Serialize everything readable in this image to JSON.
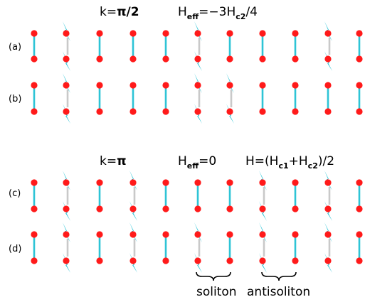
{
  "top_header": {
    "k_prefix": "k=",
    "k_value": "π/2",
    "h_main": "H",
    "h_sub": "eff",
    "h_rest": "=−3H",
    "h_sub2": "c2",
    "h_tail": "/4"
  },
  "mid_header": {
    "k_prefix": "k=",
    "k_value": "π",
    "heff_main": "H",
    "heff_sub": "eff",
    "heff_rest": "=0",
    "h_prefix": "H=(H",
    "h_sub1": "c1",
    "h_mid": "+H",
    "h_sub2": "c2",
    "h_tail": ")/2"
  },
  "panels": [
    {
      "label": "(a)",
      "dimer_pattern": [
        "d",
        "s",
        "d",
        "d",
        "d",
        "s",
        "d",
        "d",
        "d",
        "s",
        "d"
      ]
    },
    {
      "label": "(b)",
      "dimer_pattern": [
        "d",
        "s",
        "d",
        "d",
        "d",
        "s",
        "s",
        "d",
        "d",
        "d",
        "d"
      ]
    },
    {
      "label": "(c)",
      "dimer_pattern": [
        "d",
        "s",
        "d",
        "s",
        "d",
        "d",
        "d",
        "s",
        "d",
        "s",
        "d"
      ]
    },
    {
      "label": "(d)",
      "dimer_pattern": [
        "d",
        "s",
        "d",
        "s",
        "d",
        "s",
        "d",
        "s",
        "d",
        "s",
        "d"
      ]
    }
  ],
  "annotations": {
    "soliton": "soliton",
    "antisoliton": "antisoliton"
  },
  "colors": {
    "site": "#ff1a1a",
    "bond": "#2ec4d6",
    "arrow": "#2ec4d6",
    "shadow": "#c9c9c9"
  }
}
